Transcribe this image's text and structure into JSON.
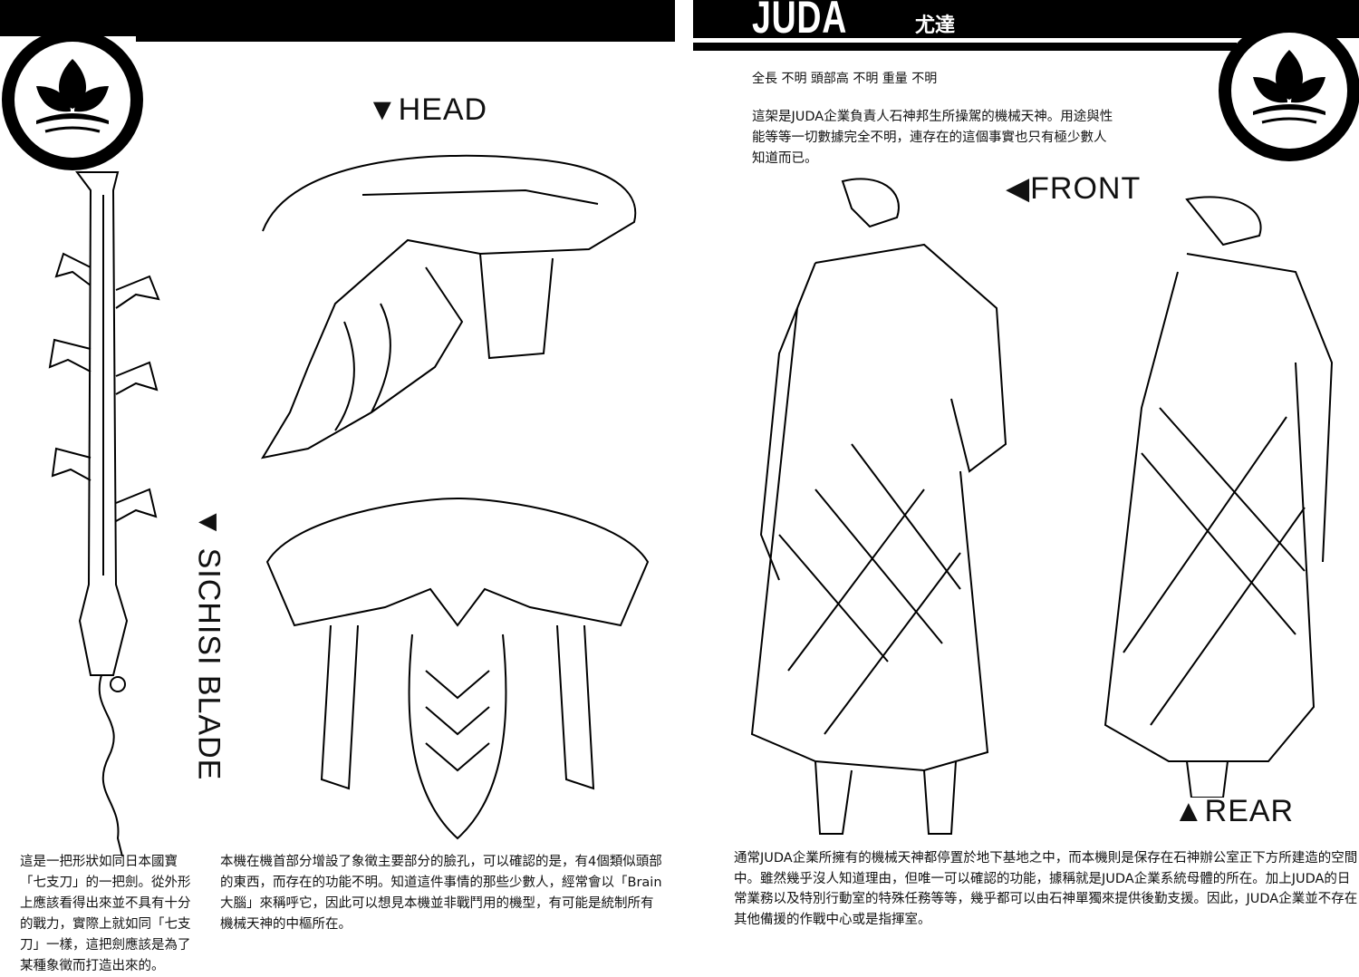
{
  "header": {
    "title": "JUDA",
    "subtitle": "尤達"
  },
  "specs": "全長 不明  頭部高 不明  重量 不明",
  "intro": "這架是JUDA企業負責人石神邦生所操駕的機械天神。用途與性能等等一切數據完全不明，連存在的這個事實也只有極少數人知道而已。",
  "labels": {
    "head": "▼HEAD",
    "front": "◀FRONT",
    "rear": "▲REAR",
    "blade": "▼ SICHISI BLADE"
  },
  "captions": {
    "blade": "這是一把形狀如同日本國寶「七支刀」的一把劍。從外形上應該看得出來並不具有十分的戰力，實際上就如同「七支刀」一樣，這把劍應該是為了某種象徵而打造出來的。",
    "head": "本機在機首部分增設了象徵主要部分的臉孔，可以確認的是，有4個類似頭部的東西，而存在的功能不明。知道這件事情的那些少數人，經常會以「Brain 大腦」來稱呼它，因此可以想見本機並非戰鬥用的機型，有可能是統制所有機械天神的中樞所在。",
    "body": "通常JUDA企業所擁有的機械天神都停置於地下基地之中，而本機則是保存在石神辦公室正下方所建造的空間中。雖然幾乎沒人知道理由，但唯一可以確認的功能，據稱就是JUDA企業系統母體的所在。加上JUDA的日常業務以及特別行動室的特殊任務等等，幾乎都可以由石神單獨來提供後勤支援。因此，JUDA企業並不存在其他備援的作戰中心或是指揮室。"
  },
  "colors": {
    "ink": "#000000",
    "paper": "#ffffff"
  }
}
